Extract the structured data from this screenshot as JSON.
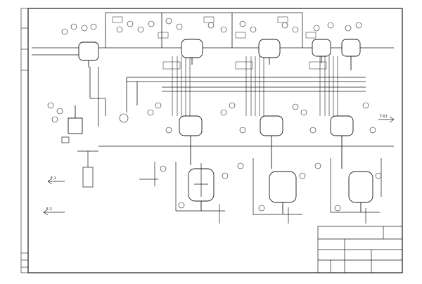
{
  "drawing": {
    "line_color": "#1a1a1a",
    "paper_color": "#ffffff",
    "left_stream_labels": [
      "F-1",
      "F-2"
    ],
    "right_stream_label": "T-02"
  },
  "title_block": {
    "title_text": "",
    "drawing_number": ""
  }
}
